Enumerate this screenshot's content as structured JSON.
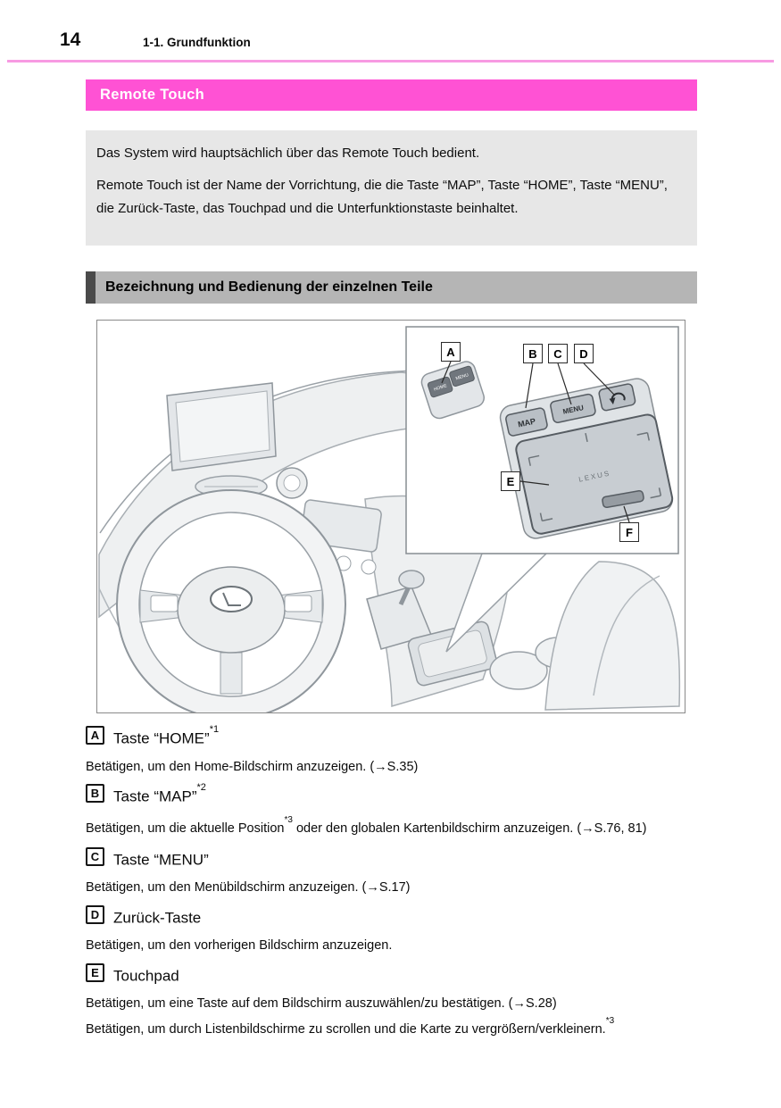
{
  "colors": {
    "banner": "#ff52d4",
    "header_rule": "#f79ae2",
    "info_box": "#e7e7e7",
    "section_bar": "#b5b5b5",
    "section_accent": "#4a4a4a"
  },
  "header": {
    "page_number": "14",
    "breadcrumb": "1-1. Grundfunktion"
  },
  "banner": {
    "title": "Remote Touch"
  },
  "intro": {
    "p1": "Das System wird hauptsächlich über das Remote Touch bedient.",
    "p2": "Remote Touch ist der Name der Vorrichtung, die die Taste “MAP”, Taste “HOME”, Taste “MENU”, die Zurück-Taste, das Touchpad und die Unterfunktionstaste beinhaltet."
  },
  "section": {
    "title": "Bezeichnung und Bedienung der einzelnen Teile"
  },
  "figure": {
    "callouts": [
      "A",
      "B",
      "C",
      "D",
      "E",
      "F"
    ],
    "labels": {
      "home": "HOME",
      "menu_small": "MENU",
      "map": "MAP",
      "menu": "MENU",
      "brand": "LEXUS"
    }
  },
  "items": [
    {
      "letter": "A",
      "title": "Taste “HOME”",
      "title_sup": "*1",
      "line1_pre": "Betätigen, um den Home-Bildschirm anzuzeigen. (→S.35)",
      "line1_sup": "",
      "line1_post": ""
    },
    {
      "letter": "B",
      "title": "Taste “MAP”",
      "title_sup": "*2",
      "line1_pre": "Betätigen, um die aktuelle Position",
      "line1_sup": "*3",
      "line1_post": " oder den globalen Kartenbildschirm anzuzeigen. (→S.76, 81)"
    },
    {
      "letter": "C",
      "title": "Taste “MENU”",
      "title_sup": "",
      "line1_pre": "Betätigen, um den Menübildschirm anzuzeigen. (→S.17)",
      "line1_sup": "",
      "line1_post": ""
    },
    {
      "letter": "D",
      "title": "Zurück-Taste",
      "title_sup": "",
      "line1_pre": "Betätigen, um den vorherigen Bildschirm anzuzeigen.",
      "line1_sup": "",
      "line1_post": ""
    },
    {
      "letter": "E",
      "title": "Touchpad",
      "title_sup": "",
      "line1_pre": "Betätigen, um eine Taste auf dem Bildschirm auszuwählen/zu bestätigen. (→S.28)",
      "line1_sup": "",
      "line1_post": "",
      "line2_pre": "Betätigen, um durch Listenbildschirme zu scrollen und die Karte zu vergrößern/verkleinern.",
      "line2_sup": "*3",
      "line2_post": ""
    }
  ]
}
